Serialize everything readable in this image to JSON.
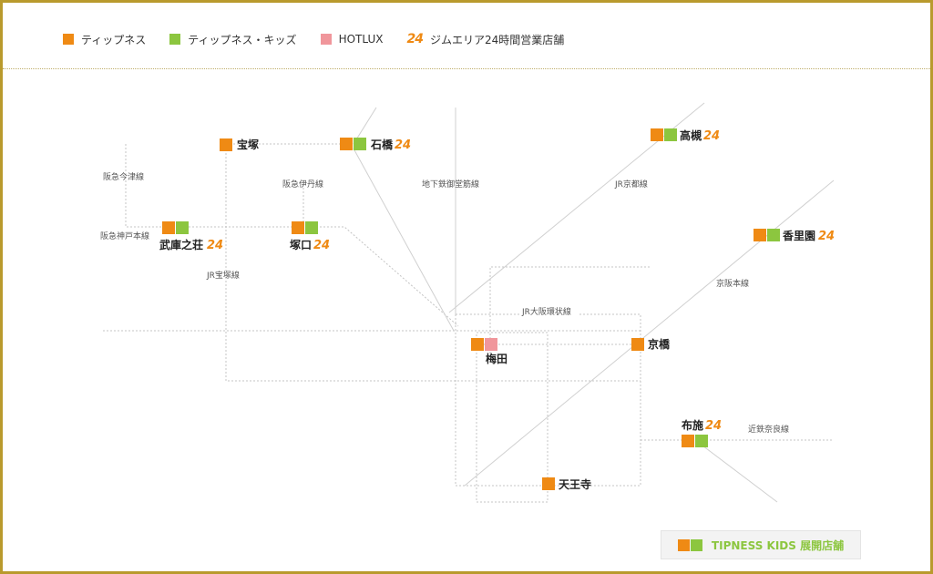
{
  "colors": {
    "tipness": "#ef8a14",
    "kids": "#8cc63f",
    "hotlux": "#f0969b",
    "badge24": "#ef8a14",
    "frame": "#b99a2d",
    "line": "#c8c8c8"
  },
  "legend": {
    "tipness": "ティップネス",
    "kids": "ティップネス・キッズ",
    "hotlux": "HOTLUX",
    "badge": "24",
    "open24": "ジムエリア24時間営業店舗"
  },
  "stations": [
    {
      "id": "takarazuka",
      "name": "宝塚",
      "stores": [
        "tipness"
      ],
      "open24": false
    },
    {
      "id": "ishibashi",
      "name": "石橋",
      "stores": [
        "tipness",
        "kids"
      ],
      "open24": true
    },
    {
      "id": "mukonosou",
      "name": "武庫之荘",
      "stores": [
        "tipness",
        "kids"
      ],
      "open24": true
    },
    {
      "id": "tsukaguchi",
      "name": "塚口",
      "stores": [
        "tipness",
        "kids"
      ],
      "open24": true
    },
    {
      "id": "takatsuki",
      "name": "高槻",
      "stores": [
        "tipness",
        "kids"
      ],
      "open24": true
    },
    {
      "id": "korien",
      "name": "香里園",
      "stores": [
        "tipness",
        "kids"
      ],
      "open24": true
    },
    {
      "id": "umeda",
      "name": "梅田",
      "stores": [
        "tipness",
        "hotlux"
      ],
      "open24": false
    },
    {
      "id": "kyobashi",
      "name": "京橋",
      "stores": [
        "tipness"
      ],
      "open24": false
    },
    {
      "id": "fuse",
      "name": "布施",
      "stores": [
        "tipness",
        "kids"
      ],
      "open24": true
    },
    {
      "id": "tennoji",
      "name": "天王寺",
      "stores": [
        "tipness"
      ],
      "open24": false
    }
  ],
  "lines": {
    "hankyu_imazu": "阪急今津線",
    "hankyu_itami": "阪急伊丹線",
    "hankyu_kobe": "阪急神戸本線",
    "jr_takarazuka": "JR宝塚線",
    "midosuji": "地下鉄御堂筋線",
    "jr_kyoto": "JR京都線",
    "keihan": "京阪本線",
    "jr_loop": "JR大阪環状線",
    "kintetsu_nara": "近鉄奈良線"
  },
  "kids_notice": {
    "label": "TIPNESS KIDS 展開店舗"
  }
}
